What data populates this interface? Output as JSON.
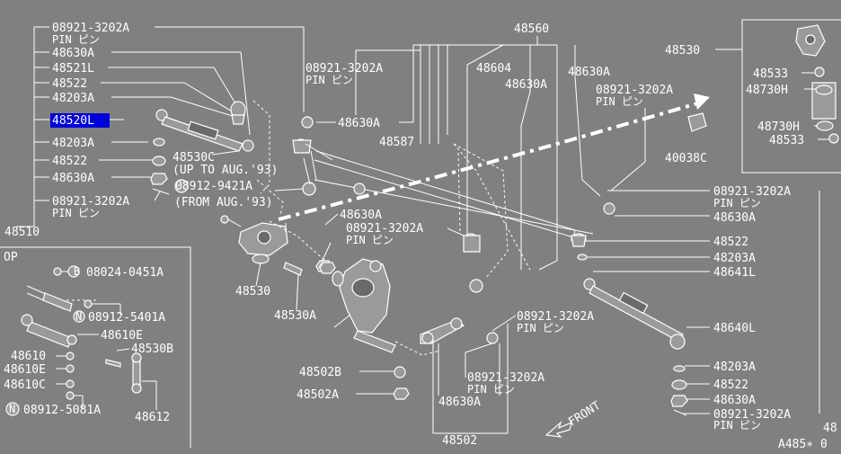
{
  "diagram": {
    "footer_code": "A485∗ 0",
    "front_label": "FRONT",
    "inset_label": "OP",
    "selected_part": "48520L",
    "callouts": {
      "c48510": "48510",
      "l_08921_1": "08921-3202A",
      "l_pin_1": "PIN ピン",
      "l_48630A_1": "48630A",
      "l_48521L": "48521L",
      "l_48522_1": "48522",
      "l_48203A_1": "48203A",
      "l_48520L": "48520L",
      "l_48203A_2": "48203A",
      "l_48522_2": "48522",
      "l_48630A_2": "48630A",
      "l_08921_2": "08921-3202A",
      "l_pin_2": "PIN ピン",
      "c48530C": "48530C",
      "c48530C_note": "(UP TO AUG.'93)",
      "c08912_9421A": "08912-9421A",
      "c08912_note": "(FROM AUG.'93)",
      "c48530": "48530",
      "c48530A": "48530A",
      "c48560": "48560",
      "c08921_top": "08921-3202A",
      "c_pin_top": "PIN ピン",
      "c48630A_top": "48630A",
      "c48604": "48604",
      "c48630A_mid": "48630A",
      "c48630A_r": "48630A",
      "c08921_r": "08921-3202A",
      "c_pin_r": "PIN ピン",
      "c48587": "48587",
      "c48630A_c": "48630A",
      "c08921_c": "08921-3202A",
      "c_pin_c": "PIN ピン",
      "c40038C": "40038C",
      "c48530_box": "48530",
      "c48533_1": "48533",
      "c48730H_1": "48730H",
      "c48730H_2": "48730H",
      "c48533_2": "48533",
      "r08921_1": "08921-3202A",
      "r_pin_1": "PIN ピン",
      "r48630A_1": "48630A",
      "r48522_1": "48522",
      "r48203A_1": "48203A",
      "r48641L": "48641L",
      "r48640L": "48640L",
      "r48203A_2": "48203A",
      "r48522_2": "48522",
      "r48630A_2": "48630A",
      "r08921_2": "08921-3202A",
      "r_pin_2": "PIN ピン",
      "r_edge": "48",
      "b08921_1": "08921-3202A",
      "b_pin_1": "PIN ピン",
      "b08921_2": "08921-3202A",
      "b_pin_2": "PIN ピン",
      "b48502B": "48502B",
      "b48502A": "48502A",
      "b48630A": "48630A",
      "b48502": "48502",
      "i08024": "08024-0451A",
      "i08912_5401A": "08912-5401A",
      "i48610E": "48610E",
      "i48530B": "48530B",
      "i48610": "48610",
      "i48610E_2": "48610E",
      "i48610C": "48610C",
      "i08912_5081A": "08912-5081A",
      "i48612": "48612"
    }
  }
}
